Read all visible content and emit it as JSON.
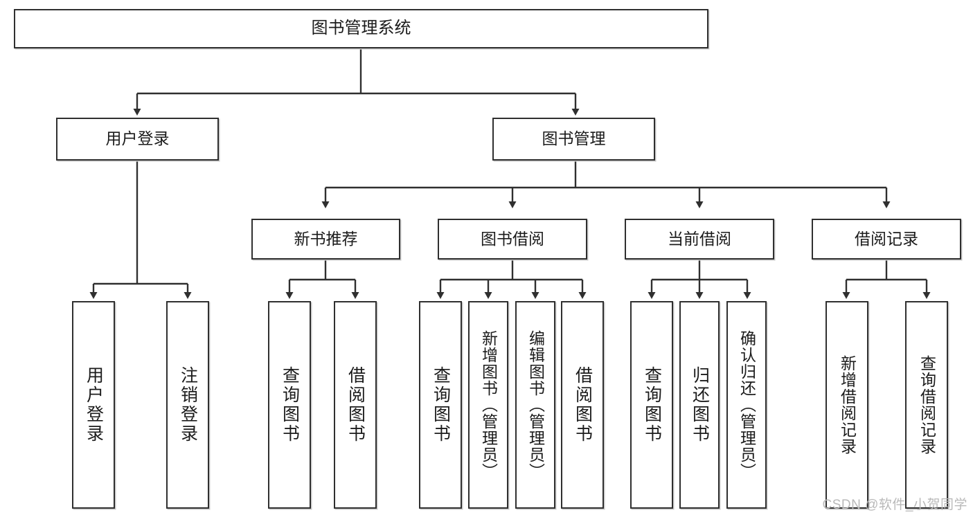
{
  "diagram": {
    "title": "图书管理系统",
    "type": "hierarchy-tree",
    "watermark": "CSDN @软件_小贺同学",
    "colors": {
      "box_border": "#2f2f2f",
      "box_fill": "#ffffff",
      "connector": "#2f2f2f",
      "text": "#1b1b1b",
      "watermark": "#b9b9b9",
      "background": "#ffffff"
    },
    "nodes": {
      "root": "图书管理系统",
      "level2": {
        "user_login": "用户登录",
        "book_manage": "图书管理"
      },
      "level3": {
        "new_book_rec": "新书推荐",
        "book_borrow": "图书借阅",
        "current_borrow": "当前借阅",
        "borrow_record": "借阅记录"
      },
      "leaves": {
        "user_login": [
          "用户登录",
          "注销登录"
        ],
        "new_book_rec": [
          "查询图书",
          "借阅图书"
        ],
        "book_borrow": [
          "查询图书",
          "新增图书（管理员）",
          "编辑图书（管理员）",
          "借阅图书"
        ],
        "current_borrow": [
          "查询图书",
          "归还图书",
          "确认归还（管理员）"
        ],
        "borrow_record": [
          "新增借阅记录",
          "查询借阅记录"
        ]
      }
    }
  }
}
